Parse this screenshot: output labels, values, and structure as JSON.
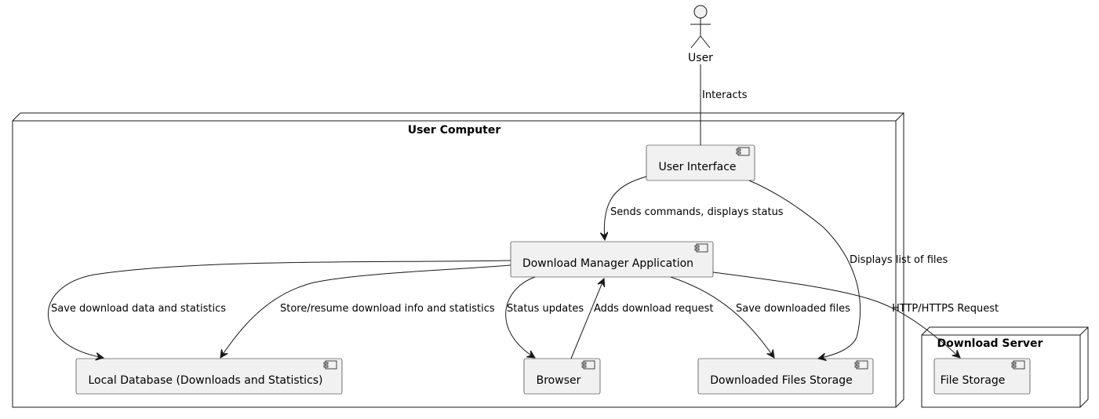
{
  "actor": {
    "label": "User"
  },
  "nodes": {
    "user_computer": {
      "title": "User Computer"
    },
    "download_server": {
      "title": "Download Server"
    }
  },
  "components": {
    "user_interface": "User Interface",
    "download_manager": "Download Manager Application",
    "local_database": "Local Database (Downloads and Statistics)",
    "browser": "Browser",
    "downloaded_files_storage": "Downloaded Files Storage",
    "file_storage": "File Storage"
  },
  "edges": {
    "interacts": "Interacts",
    "sends_commands": "Sends commands, displays status",
    "displays_list": "Displays list of files",
    "save_download_data": "Save download data and statistics",
    "store_resume": "Store/resume download info and statistics",
    "status_updates": "Status updates",
    "adds_download_request": "Adds download request",
    "save_downloaded_files": "Save downloaded files",
    "http_request": "HTTP/HTTPS Request"
  },
  "colors": {
    "component_fill": "#f1f1f1",
    "stroke": "#181818",
    "background": "#ffffff"
  }
}
